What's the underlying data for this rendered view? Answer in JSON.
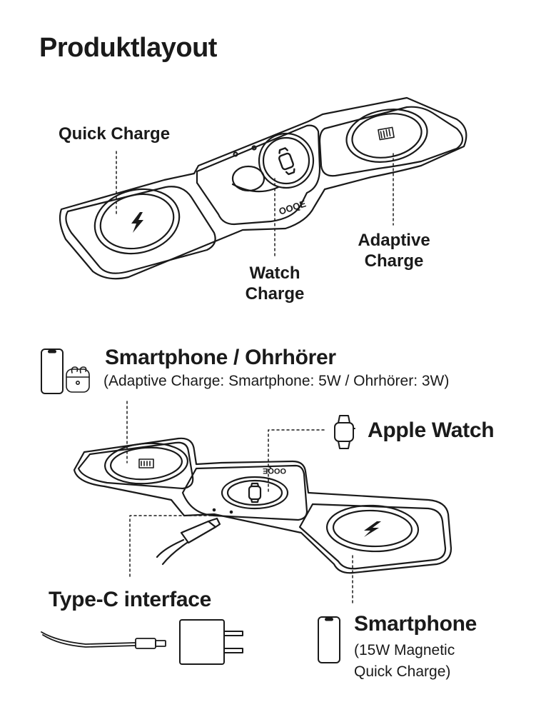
{
  "title": "Produktlayout",
  "top_diagram": {
    "brand": "OOQE",
    "labels": {
      "quick_charge": "Quick Charge",
      "adaptive_line1": "Adaptive",
      "adaptive_line2": "Charge",
      "watch_line1": "Watch",
      "watch_line2": "Charge"
    }
  },
  "bottom_diagram": {
    "brand": "OOQE",
    "smartphone_earbuds_title": "Smartphone / Ohrhörer",
    "smartphone_earbuds_detail": "(Adaptive Charge: Smartphone: 5W / Ohrhörer: 3W)",
    "apple_watch": "Apple Watch",
    "type_c": "Type-C interface",
    "smartphone_title": "Smartphone",
    "smartphone_detail_line1": "(15W Magnetic",
    "smartphone_detail_line2": "Quick Charge)"
  },
  "icons": [
    "lightning-bolt-icon",
    "battery-icon",
    "watch-icon",
    "smartphone-icon",
    "earbuds-case-icon",
    "usb-c-cable-icon",
    "power-adapter-icon"
  ]
}
